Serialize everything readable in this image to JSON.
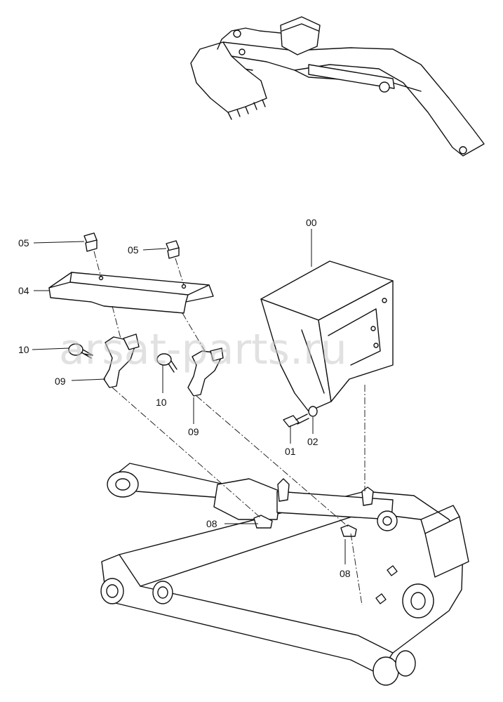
{
  "watermark": "arsat-parts.ru",
  "labels": {
    "p00": "00",
    "p01": "01",
    "p02": "02",
    "p04": "04",
    "p05a": "05",
    "p05b": "05",
    "p08a": "08",
    "p08b": "08",
    "p09a": "09",
    "p09b": "09",
    "p10a": "10",
    "p10b": "10"
  }
}
